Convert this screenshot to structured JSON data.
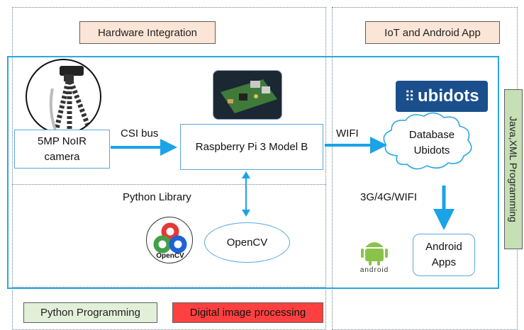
{
  "sections": {
    "hardware_integration": "Hardware Integration",
    "iot_android": "IoT and Android App",
    "java_xml": "Java,XML Programming",
    "python_programming": "Python Programming",
    "digital_image_processing": "Digital image processing"
  },
  "nodes": {
    "camera": "5MP NoIR camera",
    "raspberry_pi": "Raspberry Pi 3 Model B",
    "database": "Database Ubidots",
    "python_library": "Python Library",
    "opencv": "OpenCV",
    "android_apps": "Android Apps"
  },
  "edges": {
    "csi_bus": "CSI bus",
    "wifi": "WIFI",
    "mobile": "3G/4G/WIFI"
  },
  "logos": {
    "ubidots": "ubidots",
    "opencv": "OpenCV",
    "android": "android"
  },
  "colors": {
    "blue_border": "#2aa7e0",
    "arrow": "#1aa3e8",
    "hardware_fill": "#fbe5d6",
    "iot_fill": "#fbe5d6",
    "java_fill": "#c5e0b4",
    "python_fill": "#e2f0d9",
    "dip_fill": "#ff4040",
    "ubidots_bg": "#1a4f8c",
    "android_green": "#8bc34a"
  }
}
